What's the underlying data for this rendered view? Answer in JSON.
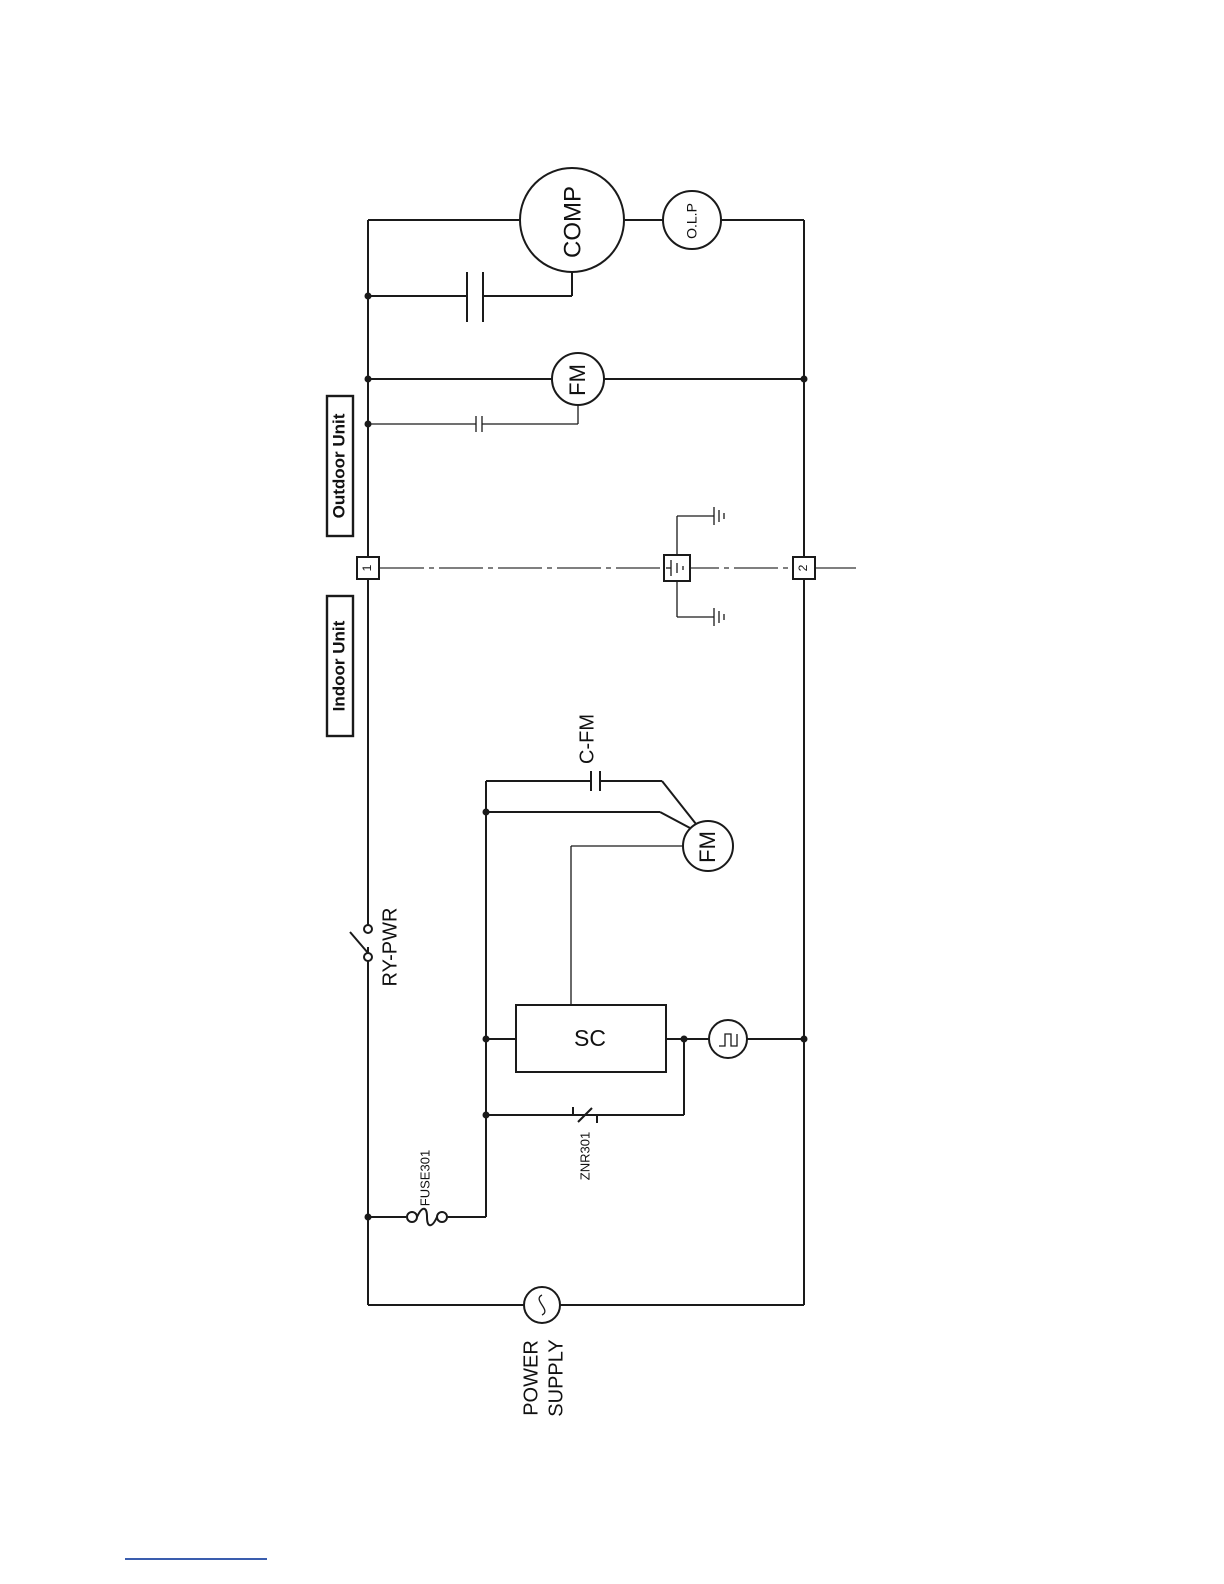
{
  "labels": {
    "outdoor_unit": "Outdoor Unit",
    "indoor_unit": "Indoor Unit",
    "comp": "COMP",
    "olp": "O.L.P",
    "fm_outdoor": "FM",
    "fm_indoor": "FM",
    "c_fm": "C-FM",
    "ry_pwr": "RY-PWR",
    "sc": "SC",
    "znr301": "ZNR301",
    "fuse301": "FUSE301",
    "power_line1": "POWER",
    "power_line2": "SUPPLY",
    "terminal_1": "1",
    "terminal_2": "2"
  },
  "colors": {
    "line": "#1a1a1a",
    "footer_rule": "#3a5dae"
  }
}
